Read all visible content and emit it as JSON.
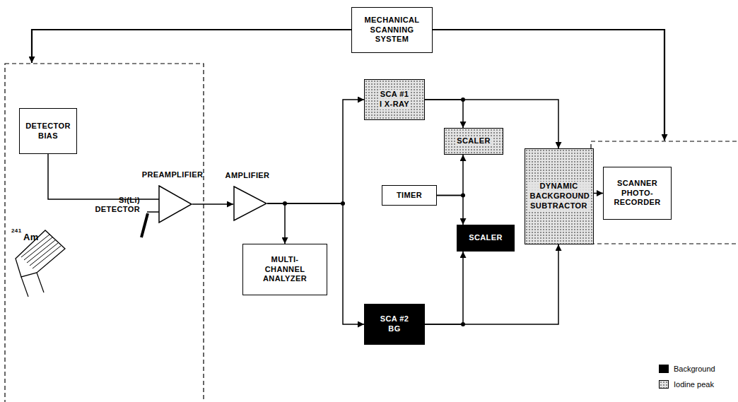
{
  "diagram": {
    "nodes": [
      {
        "text": [
          "MECHANICAL SCANNING SYSTEM"
        ]
      },
      {
        "text": [
          "DETECTOR BIAS"
        ]
      },
      {
        "text": [
          "PREAMPLIFIER"
        ]
      },
      {
        "text": [
          "AMPLIFIER"
        ]
      },
      {
        "text": [
          "MULTI- CHANNEL ANALYZER"
        ]
      },
      {
        "text": [
          "SCA #1",
          "I X-RAY"
        ]
      },
      {
        "text": [
          "SCALER"
        ]
      },
      {
        "text": [
          "TIMER"
        ]
      },
      {
        "text": [
          "SCALER"
        ]
      },
      {
        "text": [
          "SCA #2",
          "BG"
        ]
      },
      {
        "text": [
          "DYNAMIC BACKGROUND SUBTRACTOR"
        ]
      },
      {
        "text": [
          "SCANNER PHOTO- RECORDER"
        ]
      }
    ],
    "edges": [
      {
        "from": 1,
        "to": 2,
        "arrow": "none"
      },
      {
        "from": 2,
        "to": 3,
        "arrow": "to"
      },
      {
        "from": 3,
        "to": 4,
        "arrow": "to"
      },
      {
        "from": 3,
        "to": 5,
        "arrow": "to"
      },
      {
        "from": 3,
        "to": 9,
        "arrow": "to"
      },
      {
        "from": 5,
        "to": 6,
        "arrow": "to"
      },
      {
        "from": 5,
        "to": 10,
        "arrow": "to"
      },
      {
        "from": 7,
        "to": 6,
        "arrow": "to"
      },
      {
        "from": 7,
        "to": 8,
        "arrow": "to"
      },
      {
        "from": 9,
        "to": 8,
        "arrow": "to"
      },
      {
        "from": 9,
        "to": 10,
        "arrow": "to"
      },
      {
        "from": 10,
        "to": 11,
        "arrow": "to"
      }
    ],
    "labels": [
      "Si(Li) DETECTOR",
      "241",
      "Am"
    ],
    "legend": [
      {
        "text": "Background",
        "color": "#000000"
      },
      {
        "text": "Iodine peak",
        "color": "#e4e4e4"
      }
    ]
  }
}
